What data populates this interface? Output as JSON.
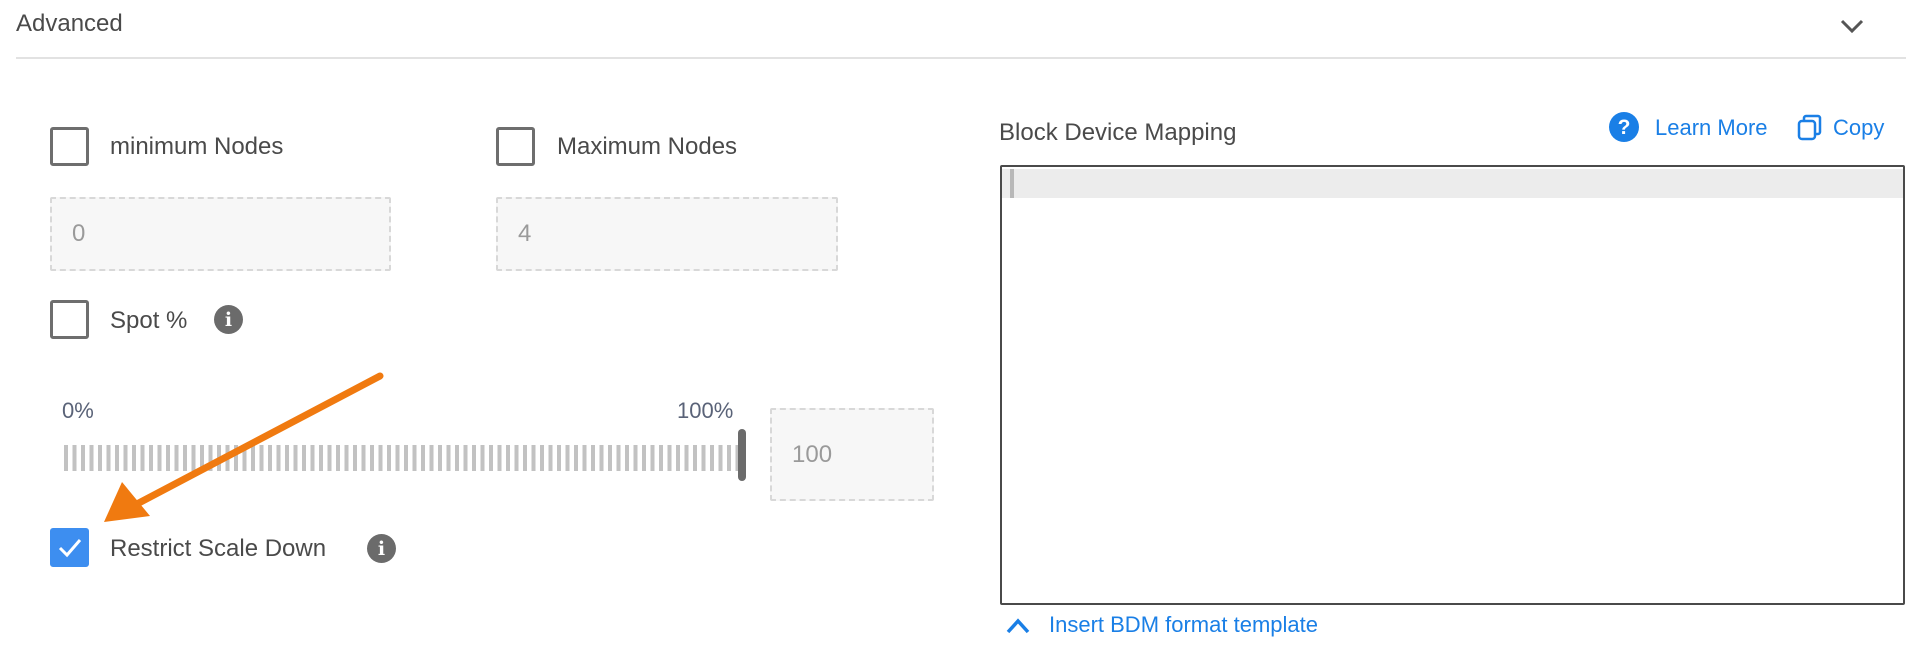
{
  "section": {
    "title": "Advanced",
    "expanded_icon": "chevron-down-icon"
  },
  "min_nodes": {
    "label": "minimum Nodes",
    "checked": false,
    "value": "0"
  },
  "max_nodes": {
    "label": "Maximum Nodes",
    "checked": false,
    "value": "4"
  },
  "spot": {
    "label": "Spot %",
    "checked": false,
    "info_icon": "info-icon",
    "slider_min_label": "0%",
    "slider_max_label": "100%",
    "slider_value_percent": 100,
    "value": "100"
  },
  "restrict": {
    "label": "Restrict Scale Down",
    "checked": true
  },
  "bdm": {
    "title": "Block Device Mapping",
    "learn_more": "Learn More",
    "copy": "Copy",
    "editor_value": "",
    "insert_template": "Insert BDM format template"
  },
  "colors": {
    "accent": "#1a7fe6",
    "checkbox_checked": "#3d8ef0",
    "annotation_arrow": "#f07a10"
  }
}
